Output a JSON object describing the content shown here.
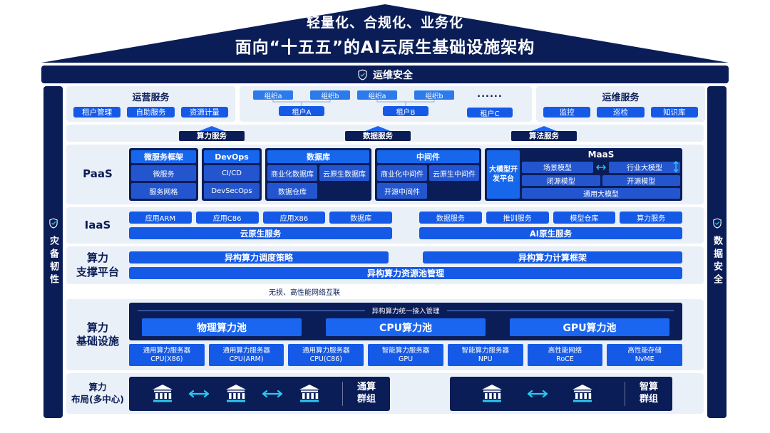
{
  "colors": {
    "navy": "#0B1D57",
    "blue": "#155AE6",
    "header_blue": "#1767EC",
    "item_blue": "#2356CE",
    "org_blue": "#2D7BEA",
    "pool_blue": "#1B66F0",
    "panel_bg": "#EAF0F8",
    "cyan": "#2BC9F0"
  },
  "roof": {
    "line1": "轻量化、合规化、业务化",
    "line2": "面向“十五五”的AI云原生基础设施架构"
  },
  "frame": {
    "top": "运维安全",
    "left": "灾备韧性",
    "right": "数据安全"
  },
  "services_row": {
    "operation": {
      "title": "运营服务",
      "items": [
        "租户管理",
        "自助服务",
        "资源计量"
      ]
    },
    "tenants": {
      "ellipsis": "......",
      "groups": [
        {
          "orgs": [
            "组织a",
            "组织b"
          ],
          "tenant": "租户A"
        },
        {
          "orgs": [
            "组织a",
            "组织b"
          ],
          "tenant": "租户B"
        },
        {
          "orgs": [],
          "tenant": "租户C"
        }
      ]
    },
    "maintenance": {
      "title": "运维服务",
      "items": [
        "监控",
        "巡检",
        "知识库"
      ]
    }
  },
  "service_arrows": [
    "算力服务",
    "数据服务",
    "算法服务"
  ],
  "paas": {
    "label": "PaaS",
    "groups": [
      {
        "title": "微服务框架",
        "items": [
          "微服务",
          "服务网格"
        ]
      },
      {
        "title": "DevOps",
        "items": [
          "CI/CD",
          "DevSecOps"
        ]
      },
      {
        "title": "数据库",
        "items": [
          "商业化数据库",
          "云原生数据库",
          "数据仓库"
        ]
      },
      {
        "title": "中间件",
        "items": [
          "商业化中间件",
          "云原生中间件",
          "开源中间件"
        ]
      },
      {
        "title": "MaaS",
        "side": "大模型开发平台",
        "items": [
          "场景模型",
          "行业大模型",
          "闭源模型",
          "开源模型",
          "通用大模型"
        ]
      }
    ]
  },
  "iaas": {
    "label": "IaaS",
    "cloud_native": {
      "items": [
        "应用ARM",
        "应用C86",
        "应用X86",
        "数据库"
      ],
      "bar": "云原生服务"
    },
    "ai_native": {
      "items": [
        "数据服务",
        "推训服务",
        "模型仓库",
        "算力服务"
      ],
      "bar": "AI原生服务"
    }
  },
  "support_platform": {
    "label_line1": "算力",
    "label_line2": "支撑平台",
    "top_bars": [
      "异构算力调度策略",
      "异构算力计算框架"
    ],
    "bottom_bar": "异构算力资源池管理"
  },
  "network_note": "无损、高性能网络互联",
  "infrastructure": {
    "label_line1": "算力",
    "label_line2": "基础设施",
    "access_label": "异构算力统一接入管理",
    "pools": [
      "物理算力池",
      "CPU算力池",
      "GPU算力池"
    ],
    "servers": [
      {
        "name": "通用算力服务器",
        "type": "CPU(X86)"
      },
      {
        "name": "通用算力服务器",
        "type": "CPU(ARM)"
      },
      {
        "name": "通用算力服务器",
        "type": "CPU(C86)"
      },
      {
        "name": "智能算力服务器",
        "type": "GPU"
      },
      {
        "name": "智能算力服务器",
        "type": "NPU"
      },
      {
        "name": "高性能网络",
        "type": "RoCE"
      },
      {
        "name": "高性能存储",
        "type": "NvME"
      }
    ]
  },
  "compute_layout": {
    "label_line1": "算力",
    "label_line2": "布局(多中心)",
    "groups": [
      {
        "label_line1": "通算",
        "label_line2": "群组",
        "buildings": 3
      },
      {
        "label_line1": "智算",
        "label_line2": "群组",
        "buildings": 2
      }
    ]
  }
}
